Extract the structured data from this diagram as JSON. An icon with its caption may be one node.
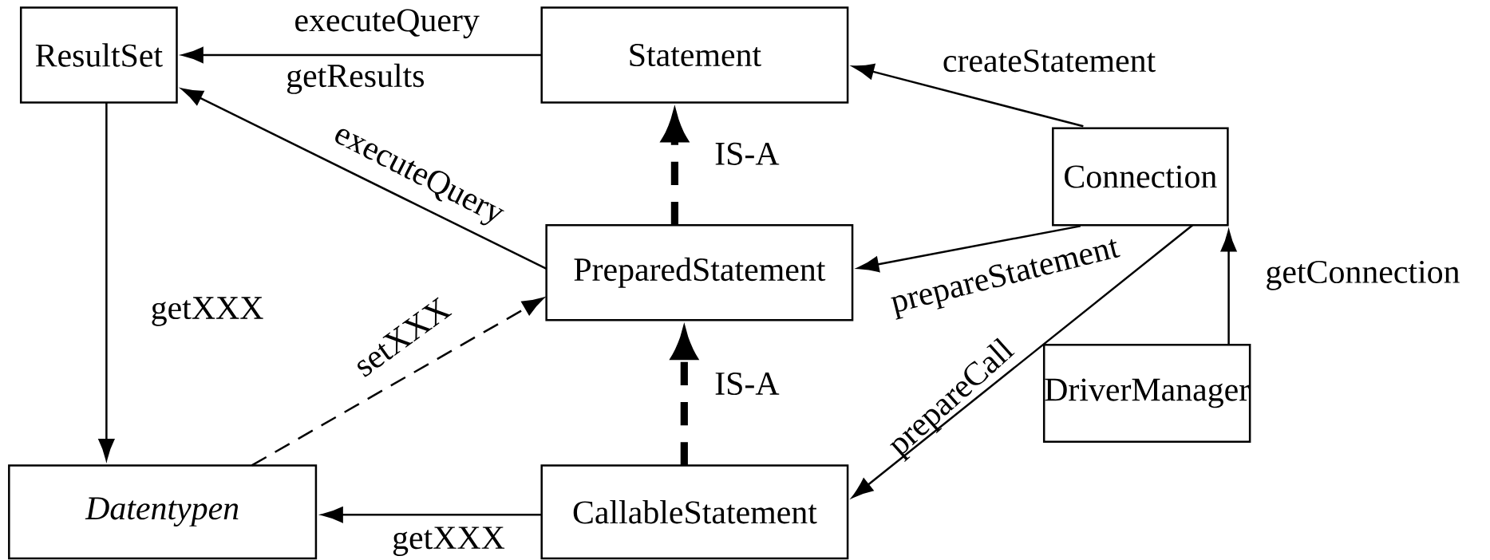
{
  "diagram": {
    "nodes": [
      {
        "text": [
          "ResultSet"
        ]
      },
      {
        "text": [
          "Statement"
        ]
      },
      {
        "text": [
          "Connection"
        ]
      },
      {
        "text": [
          "PreparedStatement"
        ]
      },
      {
        "text": [
          "DriverManager"
        ]
      },
      {
        "text": [
          "Datentypen"
        ]
      },
      {
        "text": [
          "CallableStatement"
        ]
      }
    ],
    "edges": [
      {
        "from": 1,
        "to": 0,
        "arrow": "to",
        "label": "executeQuery"
      },
      {
        "from": 3,
        "to": 0,
        "arrow": "to",
        "label": "executeQuery"
      },
      {
        "from": 3,
        "to": 1,
        "arrow": "to",
        "label": "IS-A",
        "style": "dashed"
      },
      {
        "from": 6,
        "to": 3,
        "arrow": "to",
        "label": "IS-A",
        "style": "dashed"
      },
      {
        "from": 5,
        "to": 3,
        "arrow": "to",
        "label": "setXXX",
        "style": "dashed"
      },
      {
        "from": 0,
        "to": 5,
        "arrow": "to",
        "label": "getXXX"
      },
      {
        "from": 6,
        "to": 5,
        "arrow": "to",
        "label": "getXXX"
      },
      {
        "from": 2,
        "to": 1,
        "arrow": "to",
        "label": "createStatement"
      },
      {
        "from": 2,
        "to": 3,
        "arrow": "to",
        "label": "prepareStatement"
      },
      {
        "from": 2,
        "to": 6,
        "arrow": "to",
        "label": "prepareCall"
      },
      {
        "from": 4,
        "to": 2,
        "arrow": "to",
        "label": "getConnection"
      }
    ],
    "labels": [
      "getResults"
    ]
  }
}
